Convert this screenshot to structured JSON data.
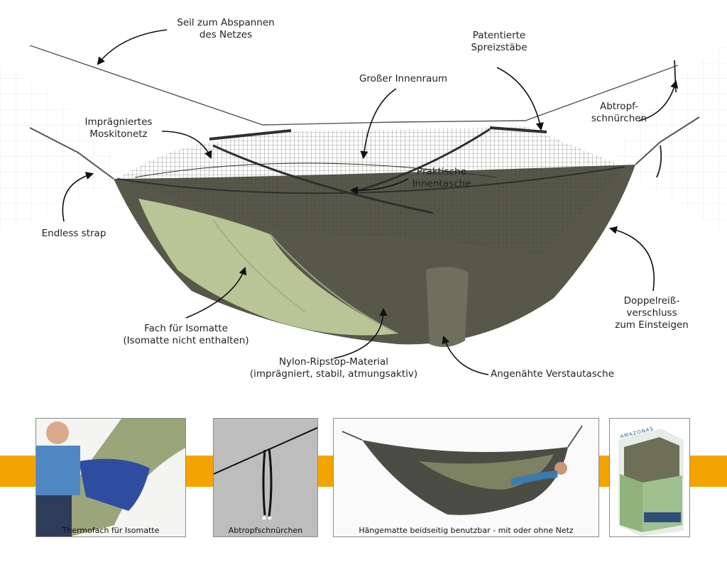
{
  "callouts": {
    "rope": [
      "Seil zum Abspannen",
      "des Netzes"
    ],
    "spreader": [
      "Patentierte",
      "Spreizstäbe"
    ],
    "interior": [
      "Großer Innenraum"
    ],
    "drip": [
      "Abtropf-",
      "schnürchen"
    ],
    "mosquito_net": [
      "Imprägniertes",
      "Moskitonetz"
    ],
    "inner_pocket": [
      "Praktische",
      "Innentasche"
    ],
    "endless_strap": [
      "Endless strap"
    ],
    "zipper": [
      "Doppelreiß-",
      "verschluss",
      "zum Einsteigen"
    ],
    "mat_pocket": [
      "Fach für Isomatte",
      "(Isomatte nicht enthalten)"
    ],
    "material": [
      "Nylon-Ripstop-Material",
      "(imprägniert, stabil, atmungsaktiv)"
    ],
    "stuff_sack": [
      "Angenähte Verstautasche"
    ]
  },
  "panels": {
    "thermo": "Thermofach für Isomatte",
    "drip": "Abtropfschnürchen",
    "hammock": "Hängematte beidseitig benutzbar - mit oder ohne Netz",
    "package_brand": "AMAZONAS"
  },
  "colors": {
    "accent_stripe": "#f3a400",
    "fabric_green": "#b9c596",
    "fabric_dark": "#57584a",
    "net_dark": "#2e312b"
  }
}
